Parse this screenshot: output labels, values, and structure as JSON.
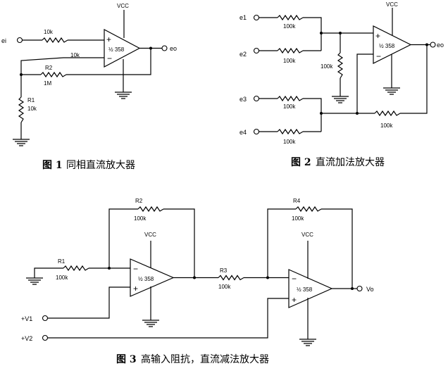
{
  "captions": {
    "fig1": {
      "num": "图 1",
      "title": "同相直流放大器"
    },
    "fig2": {
      "num": "图 2",
      "title": "直流加法放大器"
    },
    "fig3": {
      "num": "图 3",
      "title": "高输入阻抗，直流减法放大器"
    }
  },
  "fig1": {
    "vcc": "VCC",
    "input": "ei",
    "output": "eo",
    "opamp": "½ 358",
    "r_in_value": "10k",
    "r_fb_value": "10k",
    "r2_name": "R2",
    "r2_value": "1M",
    "r1_name": "R1",
    "r1_value": "10k"
  },
  "fig2": {
    "vcc": "VCC",
    "output": "eo",
    "opamp": "½ 358",
    "inputs": [
      "e1",
      "e2",
      "e3",
      "e4"
    ],
    "r_values": [
      "100k",
      "100k",
      "100k",
      "100k",
      "100k",
      "100k"
    ]
  },
  "fig3": {
    "vcc1": "VCC",
    "vcc2": "VCC",
    "opamp1": "½ 358",
    "opamp2": "½ 358",
    "r1_name": "R1",
    "r1_value": "100k",
    "r2_name": "R2",
    "r2_value": "100k",
    "r3_name": "R3",
    "r3_value": "100k",
    "r4_name": "R4",
    "r4_value": "100k",
    "v1": "+V1",
    "v2": "+V2",
    "output": "Vo"
  }
}
